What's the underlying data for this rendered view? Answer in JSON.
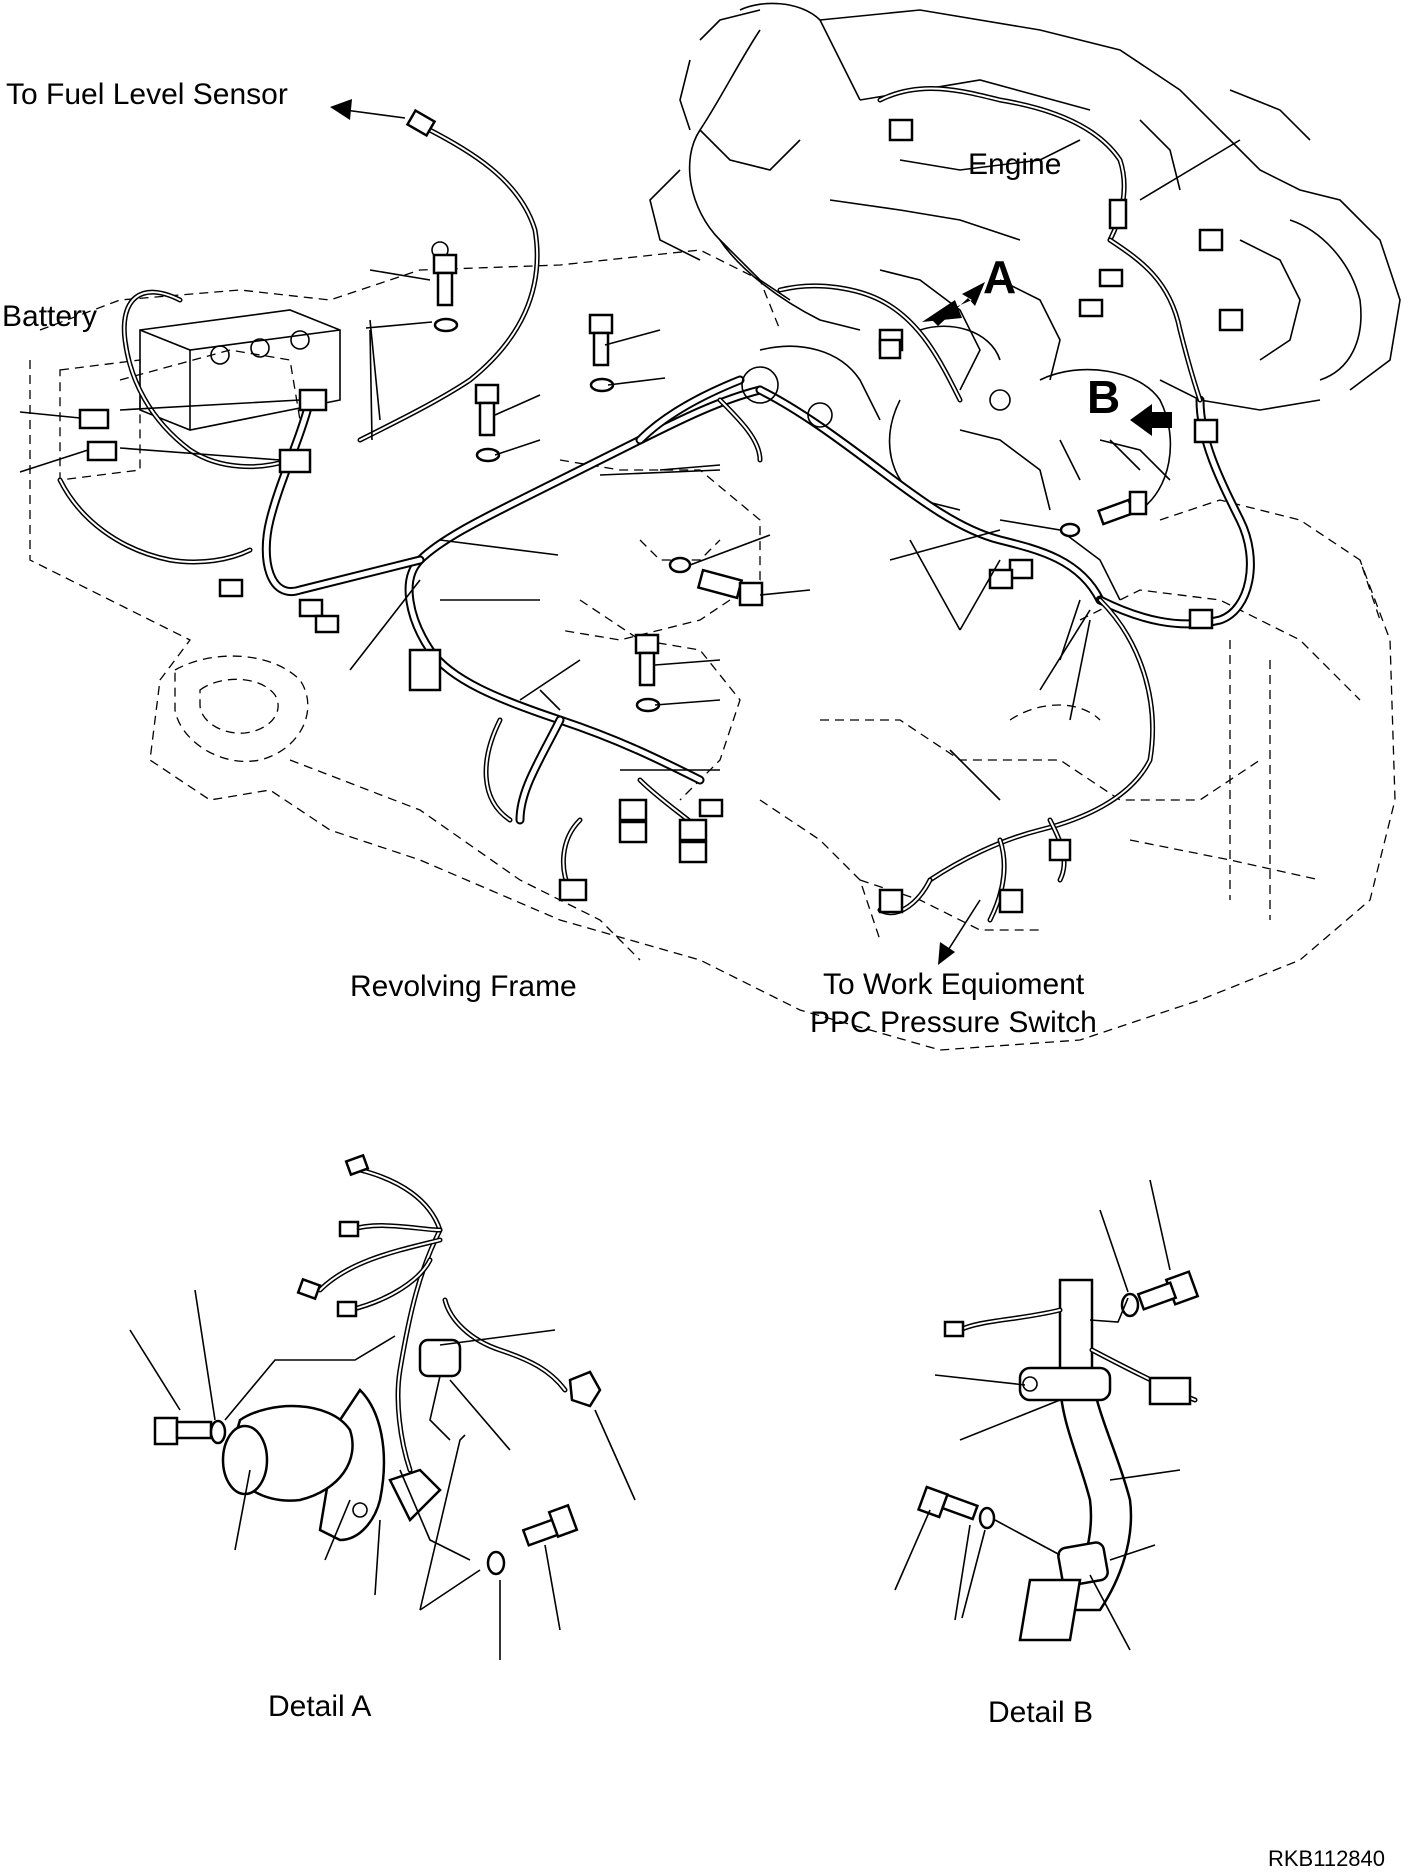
{
  "labels": {
    "fuel_sensor": "To Fuel Level Sensor",
    "battery": "Battery",
    "engine": "Engine",
    "revolving_frame": "Revolving Frame",
    "work_equipment_line1": "To Work Equioment",
    "work_equipment_line2": "PPC Pressure Switch",
    "detail_a": "Detail A",
    "detail_b": "Detail B",
    "marker_a": "A",
    "marker_b": "B",
    "drawing_code": "RKB112840"
  },
  "icons": [
    "arrow-icon",
    "bolt-icon",
    "washer-icon",
    "connector-icon",
    "clamp-icon",
    "grommet-icon"
  ]
}
